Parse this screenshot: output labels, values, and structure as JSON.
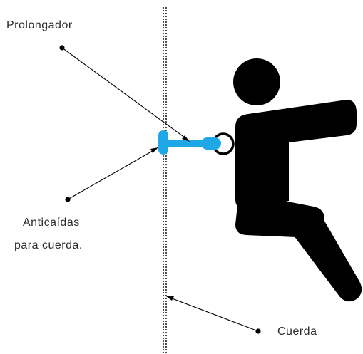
{
  "labels": {
    "prolongador": "Prolongador",
    "anticaidas_line1": "Anticaídas",
    "anticaidas_line2": "para cuerda.",
    "cuerda": "Cuerda"
  },
  "colors": {
    "device": "#1fa8e6",
    "figure": "#000000",
    "rope": "#000000",
    "leader": "#000000",
    "text": "#2b2b2b"
  }
}
